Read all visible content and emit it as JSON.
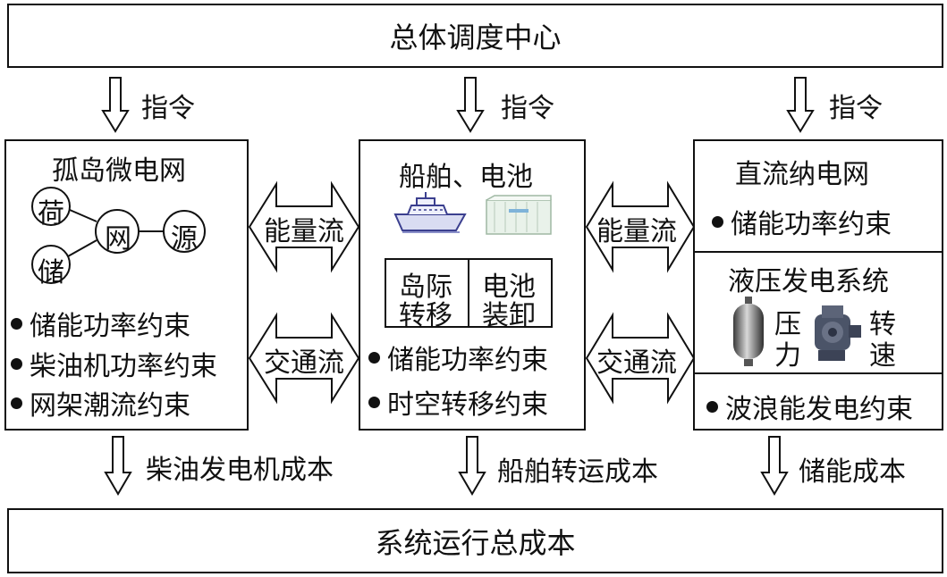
{
  "top_center": "总体调度中心",
  "bottom_center": "系统运行总成本",
  "command_label": "指令",
  "left": {
    "title": "孤岛微电网",
    "nodes": {
      "load": "荷",
      "grid": "网",
      "source": "源",
      "storage": "储"
    },
    "constraints": [
      "储能功率约束",
      "柴油机功率约束",
      "网架潮流约束"
    ],
    "cost": "柴油发电机成本"
  },
  "middle": {
    "title": "船舶、电池",
    "table": [
      [
        "岛际",
        "转移"
      ],
      [
        "电池",
        "装卸"
      ]
    ],
    "constraints": [
      "储能功率约束",
      "时空转移约束"
    ],
    "cost": "船舶转运成本"
  },
  "right": {
    "title": "直流纳电网",
    "constraint_top": "储能功率约束",
    "hydraulic_title": "液压发电系统",
    "pressure": [
      "压",
      "力"
    ],
    "speed": [
      "转",
      "速"
    ],
    "constraint_bottom": "波浪能发电约束",
    "cost": "储能成本"
  },
  "flows": {
    "energy": "能量流",
    "traffic": "交通流"
  }
}
